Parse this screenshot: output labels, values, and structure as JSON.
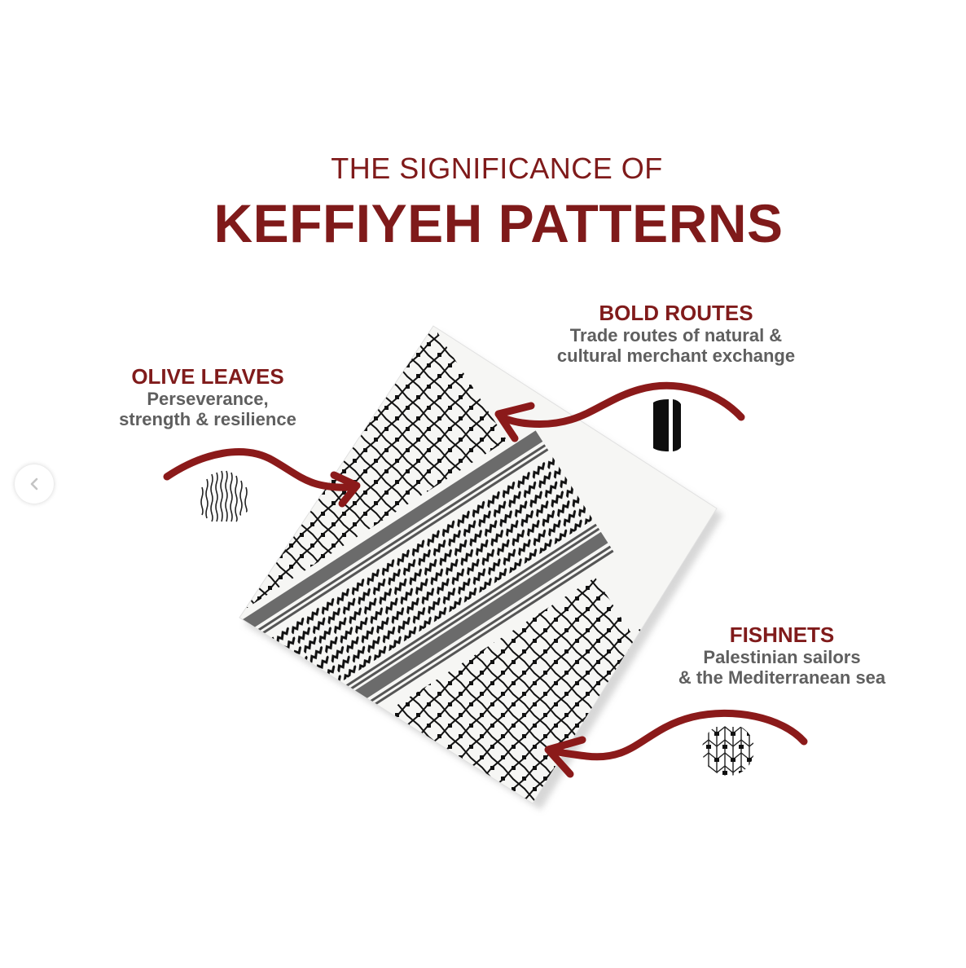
{
  "header": {
    "pretitle": "THE SIGNIFICANCE OF",
    "title": "KEFFIYEH PATTERNS"
  },
  "patterns": [
    {
      "name": "OLIVE LEAVES",
      "description_line1": "Perseverance,",
      "description_line2": "strength & resilience",
      "icon": "olive-leaves-wavy-lines-icon"
    },
    {
      "name": "BOLD ROUTES",
      "description_line1": "Trade routes of natural &",
      "description_line2": "cultural merchant exchange",
      "icon": "bold-routes-bars-icon"
    },
    {
      "name": "FISHNETS",
      "description_line1": "Palestinian sailors",
      "description_line2": "& the Mediterranean sea",
      "icon": "fishnet-mesh-icon"
    }
  ],
  "navigation": {
    "prev_icon": "chevron-left-icon"
  },
  "colors": {
    "accent_red": "#801b1b",
    "arrow_red": "#8b1a1a",
    "description_gray": "#5f5f5f",
    "pattern_black": "#111111",
    "band_gray": "#6b6b6b",
    "background": "#ffffff"
  }
}
